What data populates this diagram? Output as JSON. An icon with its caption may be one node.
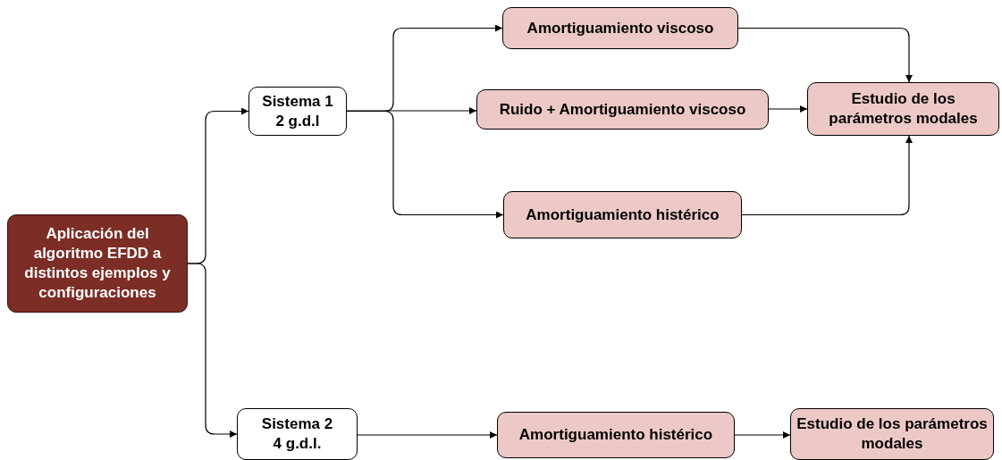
{
  "diagram": {
    "nodes": [
      {
        "text": [
          "Aplicación del algoritmo EFDD a distintos ejemplos y configuraciones"
        ]
      },
      {
        "text": [
          "Sistema 1",
          "2 g.d.l"
        ]
      },
      {
        "text": [
          "Amortiguamiento viscoso"
        ]
      },
      {
        "text": [
          "Ruido + Amortiguamiento viscoso"
        ]
      },
      {
        "text": [
          "Estudio de los parámetros modales"
        ]
      },
      {
        "text": [
          "Amortiguamiento histérico"
        ]
      },
      {
        "text": [
          "Sistema 2",
          "4 g.d.l."
        ]
      },
      {
        "text": [
          "Amortiguamiento histérico"
        ]
      },
      {
        "text": [
          "Estudio de los parámetros modales"
        ]
      }
    ],
    "edges": [
      {
        "from": 0,
        "to": 1,
        "arrow": "to"
      },
      {
        "from": 0,
        "to": 6,
        "arrow": "to"
      },
      {
        "from": 1,
        "to": 2,
        "arrow": "to"
      },
      {
        "from": 1,
        "to": 3,
        "arrow": "to"
      },
      {
        "from": 1,
        "to": 5,
        "arrow": "to"
      },
      {
        "from": 2,
        "to": 4,
        "arrow": "to"
      },
      {
        "from": 3,
        "to": 4,
        "arrow": "to"
      },
      {
        "from": 5,
        "to": 4,
        "arrow": "to"
      },
      {
        "from": 6,
        "to": 7,
        "arrow": "to"
      },
      {
        "from": 7,
        "to": 8,
        "arrow": "to"
      }
    ]
  }
}
